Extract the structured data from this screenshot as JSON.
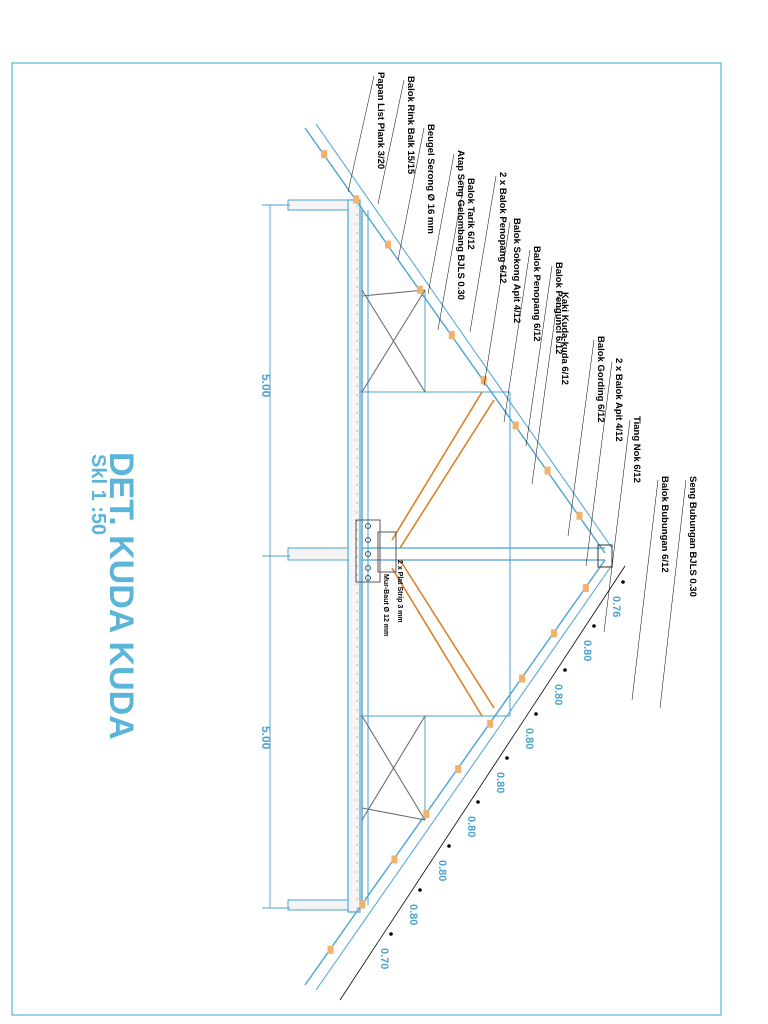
{
  "title": "DET. KUDA KUDA",
  "scale": "Skl  1 :50",
  "colors": {
    "frame": "#5bb5d9",
    "member": "#4aa3d0",
    "diagonal": "#d9822b",
    "purlin": "#f2b26b",
    "ink": "#000000",
    "title": "#5bb5d9"
  },
  "labels": [
    "Papan List Plank 3/20",
    "Balok Rink Balk 15/15",
    "Beugel Serong Ø 16 mm",
    "Atap Seng Gelombang BJLS 0.30",
    "Balok Tarik 6/12",
    "2 x Balok Penopang 6/12",
    "Balok Sokong Apit 4/12",
    "Balok Penopang 6/12",
    "Balok Pengunci 6/12",
    "Kaki Kuda-kuda 6/12",
    "Balok Gording 6/12",
    "2 x Balok Apit 4/12",
    "Tiang Nok 6/12",
    "Balok Bubungan 6/12",
    "Seng Bubungan BJLS 0.30"
  ],
  "center_labels": [
    "2 x Plat Strip 3 mm",
    "Mur-Baut Ø 12 mm"
  ],
  "spans": [
    "5.00",
    "5.00"
  ],
  "spacings": [
    "0.76",
    "0.80",
    "0.80",
    "0.80",
    "0.80",
    "0.80",
    "0.80",
    "0.80",
    "0.70"
  ]
}
